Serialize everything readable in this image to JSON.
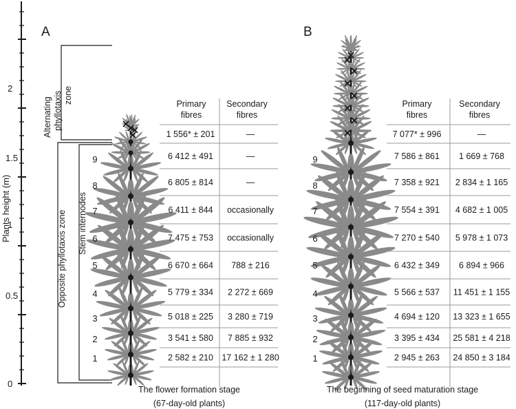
{
  "axis": {
    "title": "Plants height (m)",
    "ticks": [
      "0",
      "0.5",
      "1",
      "1.5",
      "2"
    ]
  },
  "zones": {
    "alternating": [
      "Alternating",
      "phyllotaxis",
      "zone"
    ],
    "opposite": "Opposite phyllotaxis zone",
    "internodes": "Stem internodes"
  },
  "colors": {
    "leaf": "#8a8a8a",
    "stem": "#1a1a1a",
    "rule": "#9a9a9a"
  },
  "panel_a": {
    "letter": "A",
    "headers": {
      "primary": [
        "Primary",
        "fibres"
      ],
      "secondary": [
        "Secondary",
        "fibres"
      ]
    },
    "rows": [
      {
        "node": "",
        "primary": "1 556* ± 201",
        "secondary": "—"
      },
      {
        "node": "9",
        "primary": "6 412 ± 491",
        "secondary": "—"
      },
      {
        "node": "8",
        "primary": "6 805 ± 814",
        "secondary": "—"
      },
      {
        "node": "7",
        "primary": "6 411 ± 844",
        "secondary": "occasionally"
      },
      {
        "node": "6",
        "primary": "7 475 ± 753",
        "secondary": "occasionally"
      },
      {
        "node": "5",
        "primary": "6 670 ± 664",
        "secondary": "788 ± 216"
      },
      {
        "node": "4",
        "primary": "5 779 ± 334",
        "secondary": "2 272 ± 669"
      },
      {
        "node": "3",
        "primary": "5 018 ± 225",
        "secondary": "3 280 ± 719"
      },
      {
        "node": "2",
        "primary": "3 541 ± 580",
        "secondary": "7 885 ±  932"
      },
      {
        "node": "1",
        "primary": "2 582 ± 210",
        "secondary": "17 162 ± 1 280"
      }
    ],
    "caption": [
      "The flower formation stage",
      "(67-day-old plants)"
    ]
  },
  "panel_b": {
    "letter": "B",
    "headers": {
      "primary": [
        "Primary",
        "fibres"
      ],
      "secondary": [
        "Secondary",
        "fibres"
      ]
    },
    "rows": [
      {
        "node": "",
        "primary": "7 077* ± 996",
        "secondary": "—"
      },
      {
        "node": "9",
        "primary": "7 586 ± 861",
        "secondary": "1 669 ± 768"
      },
      {
        "node": "8",
        "primary": "7 358 ± 921",
        "secondary": "2 834 ± 1 165"
      },
      {
        "node": "7",
        "primary": "7 554 ± 391",
        "secondary": "4 682 ± 1 005"
      },
      {
        "node": "6",
        "primary": "7 270 ± 540",
        "secondary": "5 978 ± 1 073"
      },
      {
        "node": "5",
        "primary": "6 432 ± 349",
        "secondary": "6 894 ± 966"
      },
      {
        "node": "4",
        "primary": "5 566 ± 537",
        "secondary": "11 451 ± 1 155"
      },
      {
        "node": "3",
        "primary": "4 694 ± 120",
        "secondary": "13 323 ± 1 655"
      },
      {
        "node": "2",
        "primary": "3 395 ± 434",
        "secondary": "25 581 ± 4 218"
      },
      {
        "node": "1",
        "primary": "2 945 ± 263",
        "secondary": "24 850 ± 3 184"
      }
    ],
    "caption": [
      "The beginning of seed maturation stage",
      "(117-day-old plants)"
    ]
  }
}
